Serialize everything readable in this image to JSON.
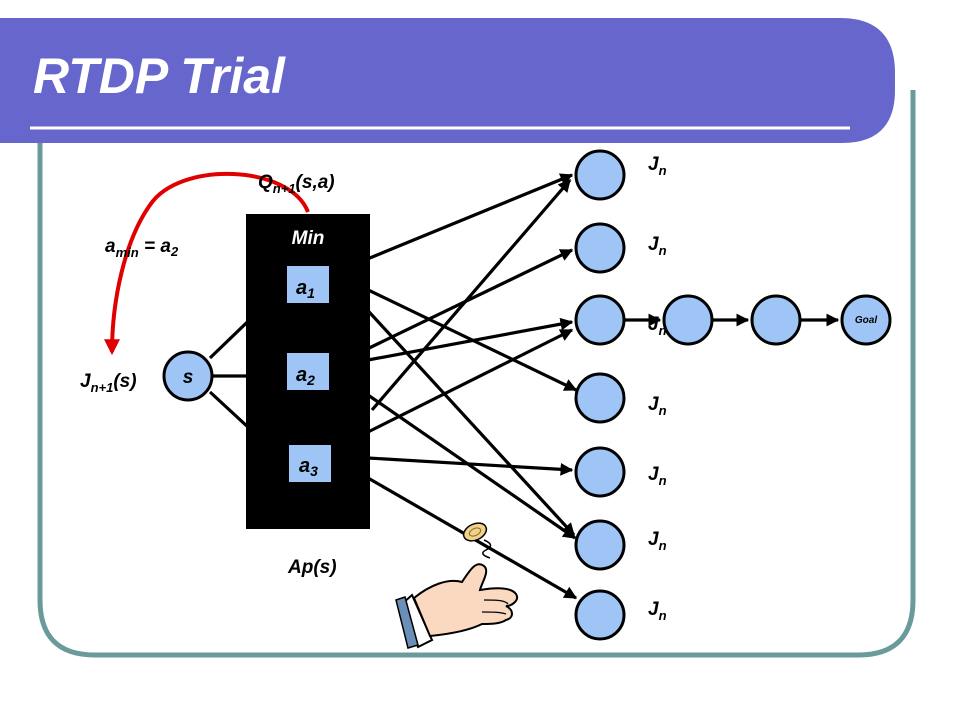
{
  "slide": {
    "title": "RTDP Trial"
  },
  "labels": {
    "q_main": "Q",
    "q_sub": "n+1",
    "q_args": "(s,a)",
    "amin_main": "a",
    "amin_sub": "min",
    "amin_eq": " = a",
    "amin_eq_sub": "2",
    "j_main": "J",
    "j_sub": "n+1",
    "j_args": "(s)",
    "state": "s",
    "min_box": "Min",
    "ap": "Ap(s)",
    "goal": "Goal",
    "jn_main": "J",
    "jn_sub": "n"
  },
  "actions": [
    {
      "main": "a",
      "sub": "1"
    },
    {
      "main": "a",
      "sub": "2"
    },
    {
      "main": "a",
      "sub": "3"
    }
  ],
  "colors": {
    "banner": "#6666cc",
    "frame": "#6a9a9a",
    "node_fill": "#9ec5f5",
    "arrow_red": "#e00000"
  },
  "icons": [
    "hand-flipping-coin-icon"
  ]
}
